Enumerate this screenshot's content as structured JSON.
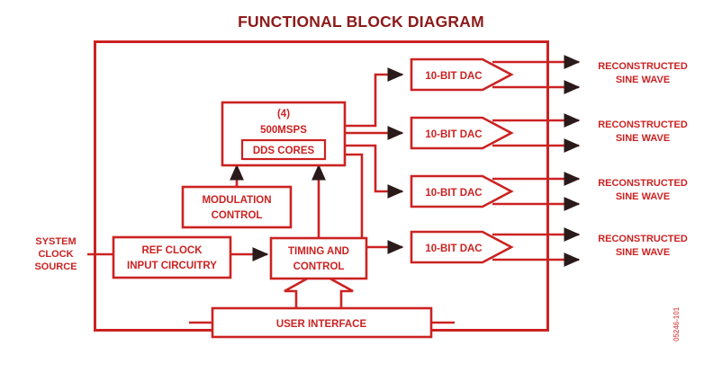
{
  "title": "FUNCTIONAL BLOCK DIAGRAM",
  "colors": {
    "title": "#8c1a1a",
    "line": "#cc2222",
    "text": "#cc2222",
    "arrowhead": "#2b1a1a",
    "figure_number": "#e06666",
    "background": "#ffffff"
  },
  "blocks": {
    "dds": {
      "line1": "(4)",
      "line2": "500MSPS",
      "inner_label": "DDS CORES"
    },
    "modulation_control": {
      "line1": "MODULATION",
      "line2": "CONTROL"
    },
    "ref_clock": {
      "line1": "REF CLOCK",
      "line2": "INPUT CIRCUITRY"
    },
    "timing_control": {
      "line1": "TIMING AND",
      "line2": "CONTROL"
    },
    "user_interface": {
      "label": "USER INTERFACE"
    }
  },
  "dacs": [
    {
      "label": "10-BIT DAC"
    },
    {
      "label": "10-BIT DAC"
    },
    {
      "label": "10-BIT DAC"
    },
    {
      "label": "10-BIT DAC"
    }
  ],
  "outputs": [
    {
      "line1": "RECONSTRUCTED",
      "line2": "SINE WAVE"
    },
    {
      "line1": "RECONSTRUCTED",
      "line2": "SINE WAVE"
    },
    {
      "line1": "RECONSTRUCTED",
      "line2": "SINE WAVE"
    },
    {
      "line1": "RECONSTRUCTED",
      "line2": "SINE WAVE"
    }
  ],
  "input_label": {
    "line1": "SYSTEM",
    "line2": "CLOCK",
    "line3": "SOURCE"
  },
  "figure_number": "05246-101"
}
